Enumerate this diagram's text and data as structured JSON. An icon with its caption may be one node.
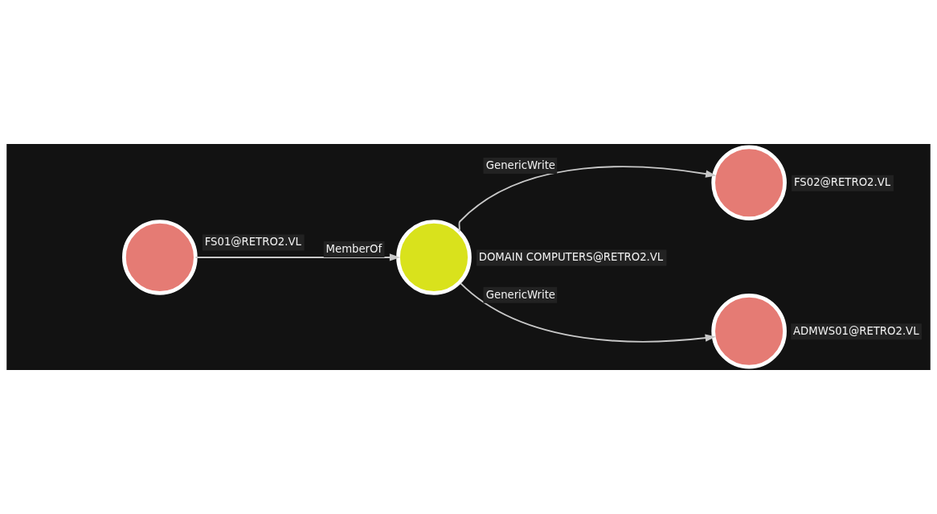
{
  "diagram": {
    "nodes": [
      {
        "text": [
          "FS01@RETRO2.VL"
        ]
      },
      {
        "text": [
          "DOMAIN COMPUTERS@RETRO2.VL"
        ]
      },
      {
        "text": [
          "FS02@RETRO2.VL"
        ]
      },
      {
        "text": [
          "ADMWS01@RETRO2.VL"
        ]
      }
    ],
    "edges": [
      {
        "from": 0,
        "to": 1,
        "arrow": "to",
        "label": "MemberOf"
      },
      {
        "from": 1,
        "to": 2,
        "arrow": "to",
        "label": "GenericWrite"
      },
      {
        "from": 1,
        "to": 3,
        "arrow": "to",
        "label": "GenericWrite"
      }
    ]
  }
}
